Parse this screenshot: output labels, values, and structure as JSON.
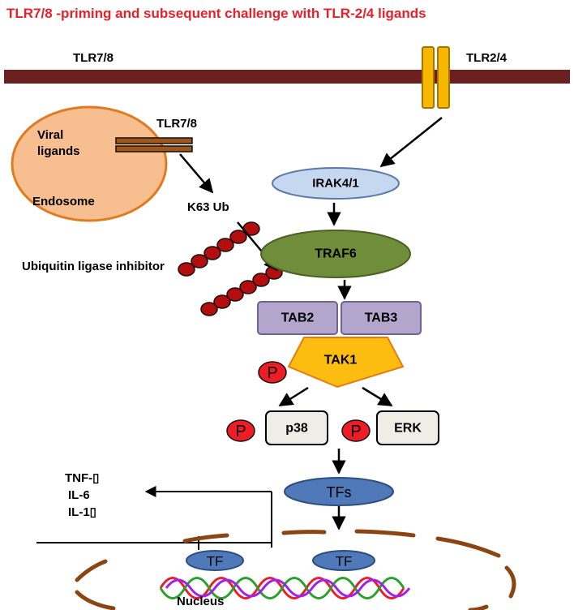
{
  "title": "TLR7/8 -priming and subsequent challenge with TLR-2/4 ligands",
  "labels": {
    "tlr78_membrane": "TLR7/8",
    "tlr24_membrane": "TLR2/4",
    "tlr78_endosome": "TLR7/8",
    "viral_ligands_1": "Viral",
    "viral_ligands_2": "ligands",
    "endosome": "Endosome",
    "k63_ub": "K63 Ub",
    "ubiquitin_inhibitor": "Ubiquitin ligase inhibitor",
    "nucleus": "Nucleus"
  },
  "nodes": {
    "irak": "IRAK4/1",
    "traf6": "TRAF6",
    "tab2": "TAB2",
    "tab3": "TAB3",
    "tak1": "TAK1",
    "p38": "p38",
    "erk": "ERK",
    "tfs": "TFs",
    "tf_left": "TF",
    "tf_right": "TF"
  },
  "phospho_label": "P",
  "cytokines": [
    "TNF-▯",
    "IL-6",
    "IL-1▯"
  ],
  "colors": {
    "title": "#e8202a",
    "membrane": "#6b1f1f",
    "receptor": "#f5b700",
    "endosome_fill": "#f7be8f",
    "endosome_stroke": "#e07b21",
    "endosome_receptor": "#a0561a",
    "irak_fill": "#c5d8f0",
    "irak_stroke": "#5a78a8",
    "traf6_fill": "#6f8d3a",
    "tab_fill": "#b3a5cc",
    "tab_stroke": "#6f6296",
    "tak1_fill": "#fdbd10",
    "tak1_stroke": "#e47c10",
    "phospho_fill": "#ee1c25",
    "kinase_fill": "#eeeee6",
    "tfs_fill": "#4f79b8",
    "ubiquitin_fill": "#b30d0d",
    "nuclear_envelope": "#8b4513",
    "dna_red": "#e8202a",
    "dna_green": "#2ca02c",
    "dna_purple": "#a020f0"
  }
}
